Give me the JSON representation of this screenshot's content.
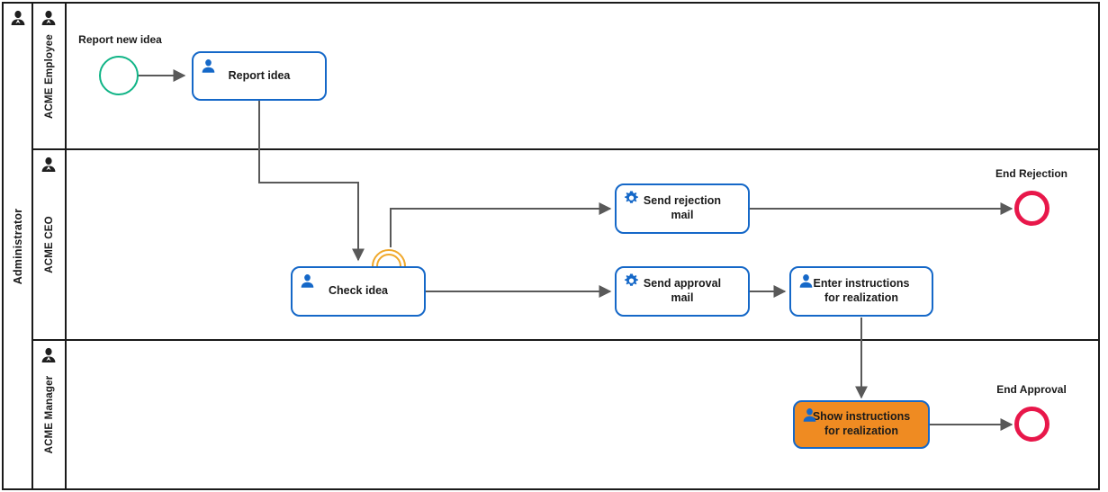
{
  "diagram": {
    "type": "bpmn-process-diagram",
    "title": "Administrator"
  },
  "pool": {
    "name": "Administrator",
    "icon": "person-icon"
  },
  "lanes": [
    {
      "name": "ACME Employee",
      "icon": "person-icon"
    },
    {
      "name": "ACME CEO",
      "icon": "person-icon"
    },
    {
      "name": "ACME Manager",
      "icon": "person-icon"
    }
  ],
  "events": [
    {
      "id": "start-report-new-idea",
      "label": "Report new idea",
      "kind": "start",
      "color": "#10b486"
    },
    {
      "id": "boundary-check-idea",
      "label": "",
      "kind": "boundary-interrupting",
      "color": "#f0a82a"
    },
    {
      "id": "end-rejection",
      "label": "End Rejection",
      "kind": "end",
      "color": "#e8174a"
    },
    {
      "id": "end-approval",
      "label": "End Approval",
      "kind": "end",
      "color": "#e8174a"
    }
  ],
  "tasks": [
    {
      "id": "report-idea",
      "label": "Report idea",
      "type": "user-task",
      "icon": "person-icon",
      "lane": "ACME Employee",
      "highlighted": false
    },
    {
      "id": "check-idea",
      "label": "Check idea",
      "type": "user-task",
      "icon": "person-icon",
      "lane": "ACME CEO",
      "highlighted": false
    },
    {
      "id": "send-rejection-mail",
      "label": "Send rejection\nmail",
      "type": "service-task",
      "icon": "gear-icon",
      "lane": "ACME CEO",
      "highlighted": false
    },
    {
      "id": "send-approval-mail",
      "label": "Send approval\nmail",
      "type": "service-task",
      "icon": "gear-icon",
      "lane": "ACME CEO",
      "highlighted": false
    },
    {
      "id": "enter-instructions-for-realization",
      "label": "Enter instructions\nfor realization",
      "type": "user-task",
      "icon": "person-icon",
      "lane": "ACME CEO",
      "highlighted": false
    },
    {
      "id": "show-instructions-for-realization",
      "label": "Show instructions\nfor realization",
      "type": "user-task",
      "icon": "person-icon",
      "lane": "ACME Manager",
      "highlighted": true
    }
  ],
  "flows": [
    {
      "from": "start-report-new-idea",
      "to": "report-idea"
    },
    {
      "from": "report-idea",
      "to": "check-idea"
    },
    {
      "from": "boundary-check-idea",
      "to": "send-rejection-mail"
    },
    {
      "from": "send-rejection-mail",
      "to": "end-rejection"
    },
    {
      "from": "check-idea",
      "to": "send-approval-mail"
    },
    {
      "from": "send-approval-mail",
      "to": "enter-instructions-for-realization"
    },
    {
      "from": "enter-instructions-for-realization",
      "to": "show-instructions-for-realization"
    },
    {
      "from": "show-instructions-for-realization",
      "to": "end-approval"
    }
  ],
  "colors": {
    "task_border": "#1568c8",
    "task_icon": "#1568c8",
    "highlight_fill": "#ef8b22",
    "start_event": "#10b486",
    "end_event": "#e8174a",
    "boundary_event": "#f0a82a",
    "flow_line": "#595959",
    "pool_border": "#1a1a1a"
  }
}
